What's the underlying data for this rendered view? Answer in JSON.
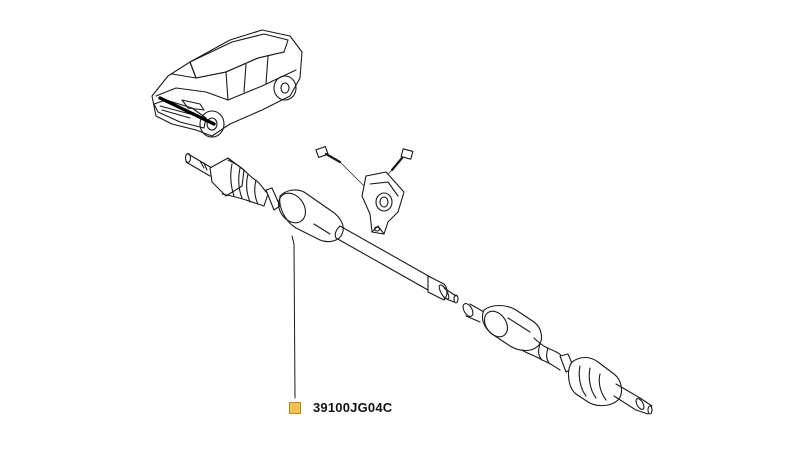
{
  "parts": [
    {
      "part_number": "39100JG04C",
      "marker_color": "#f2c14e"
    }
  ],
  "drawing": {
    "vehicle": "suv-outline",
    "assembly": "front-drive-shaft-with-bracket",
    "line_color": "#1a1a1a"
  }
}
